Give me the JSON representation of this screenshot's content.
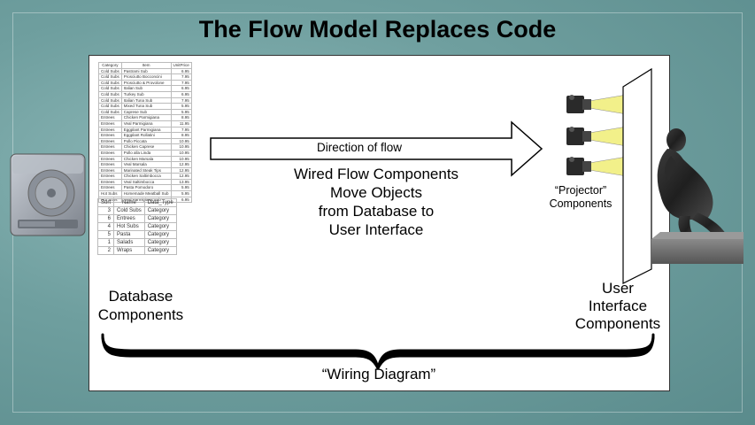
{
  "slide": {
    "title": "The Flow Model Replaces Code"
  },
  "diagram": {
    "arrow_label": "Direction of flow",
    "center_text": [
      "Wired Flow Components",
      "Move Objects",
      "from Database to",
      "User Interface"
    ],
    "projector_label": [
      "“Projector”",
      "Components"
    ],
    "db_label": [
      "Database",
      "Components"
    ],
    "ui_label": [
      "User",
      "Interface",
      "Components"
    ],
    "brace_label": "“Wiring Diagram”"
  },
  "db_table": {
    "headers": [
      "Category",
      "Item",
      "UnitPrice"
    ],
    "rows": [
      [
        "Cold Subs",
        "Pastrami Sub",
        "6.95"
      ],
      [
        "Cold Subs",
        "Prosciutto Bocconcini",
        "7.95"
      ],
      [
        "Cold Subs",
        "Prosciutto & Provolone",
        "7.95"
      ],
      [
        "Cold Subs",
        "Italian Sub",
        "6.95"
      ],
      [
        "Cold Subs",
        "Turkey Sub",
        "6.95"
      ],
      [
        "Cold Subs",
        "Italian Tuna Sub",
        "7.95"
      ],
      [
        "Cold Subs",
        "Mixed Tuna Sub",
        "5.95"
      ],
      [
        "Cold Subs",
        "Caprese Sub",
        "5.95"
      ],
      [
        "Entrees",
        "Chicken Parmigiana",
        "8.95"
      ],
      [
        "Entrees",
        "Veal Parmigiana",
        "11.95"
      ],
      [
        "Entrees",
        "Eggplant Parmigiana",
        "7.95"
      ],
      [
        "Entrees",
        "Eggplant Rollatini",
        "8.95"
      ],
      [
        "Entrees",
        "Pollo Piccata",
        "10.95"
      ],
      [
        "Entrees",
        "Chicken Caprese",
        "10.95"
      ],
      [
        "Entrees",
        "Pollo alla Linda",
        "10.95"
      ],
      [
        "Entrees",
        "Chicken Marsala",
        "10.95"
      ],
      [
        "Entrees",
        "Veal Marsala",
        "12.95"
      ],
      [
        "Entrees",
        "Marinated Steak Tips",
        "12.95"
      ],
      [
        "Entrees",
        "Chicken Saltimbocca",
        "12.95"
      ],
      [
        "Entrees",
        "Veal Saltimbocca",
        "13.95"
      ],
      [
        "Entrees",
        "Pasta Pomodoro",
        "5.95"
      ],
      [
        "Hot Subs",
        "Homemade Meatball Sub",
        "5.95"
      ],
      [
        "Hot Subs",
        "Veal Parmigiana Sub",
        "6.95"
      ]
    ]
  },
  "sort_table": {
    "headers": [
      "Sort",
      "Name",
      "Data_Type"
    ],
    "rows": [
      [
        "3",
        "Cold Subs",
        "Category"
      ],
      [
        "6",
        "Entrees",
        "Category"
      ],
      [
        "4",
        "Hot Subs",
        "Category"
      ],
      [
        "5",
        "Pasta",
        "Category"
      ],
      [
        "1",
        "Salads",
        "Category"
      ],
      [
        "2",
        "Wraps",
        "Category"
      ]
    ]
  },
  "colors": {
    "background": "#6f9f9f",
    "panel": "#ffffff",
    "beam": "#f2f08a",
    "drive": "#9aa0a8"
  },
  "icons": {
    "drive": "hard-drive-icon",
    "projector": "projector-icon",
    "thinker": "thinker-statue-icon"
  }
}
